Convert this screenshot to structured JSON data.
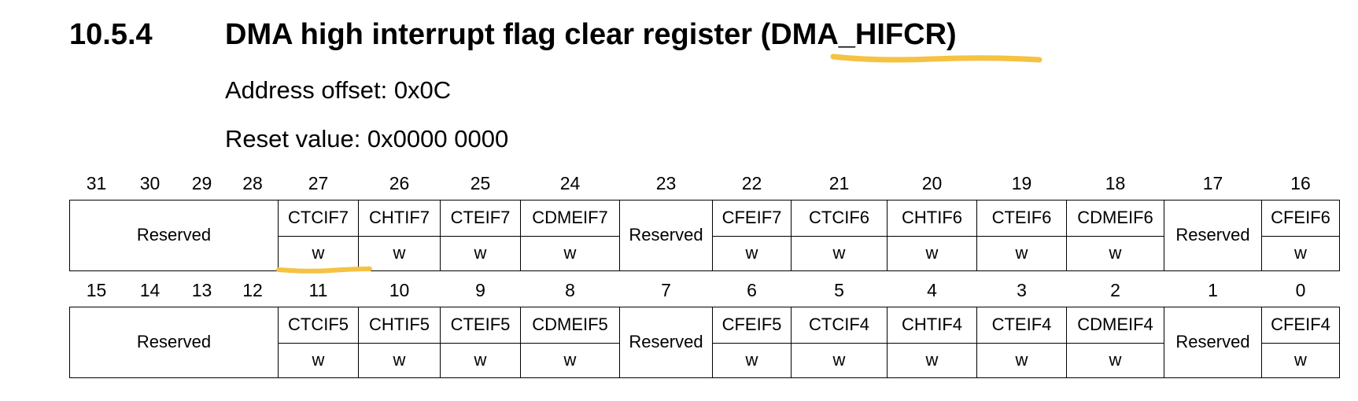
{
  "section": {
    "number": "10.5.4",
    "title": "DMA high interrupt flag clear register (DMA_HIFCR)"
  },
  "address_offset": "Address offset: 0x0C",
  "reset_value": "Reset value: 0x0000 0000",
  "highlight_color": "#F5C242",
  "rows": [
    {
      "bits": [
        "31",
        "30",
        "29",
        "28",
        "27",
        "26",
        "25",
        "24",
        "23",
        "22",
        "21",
        "20",
        "19",
        "18",
        "17",
        "16"
      ],
      "fields": [
        "Reserved",
        "CTCIF7",
        "CHTIF7",
        "CTEIF7",
        "CDMEIF7",
        "Reserved",
        "CFEIF7",
        "CTCIF6",
        "CHTIF6",
        "CTEIF6",
        "CDMEIF6",
        "Reserved",
        "CFEIF6"
      ],
      "access": [
        "w",
        "w",
        "w",
        "w",
        "w",
        "w",
        "w",
        "w",
        "w",
        "w"
      ]
    },
    {
      "bits": [
        "15",
        "14",
        "13",
        "12",
        "11",
        "10",
        "9",
        "8",
        "7",
        "6",
        "5",
        "4",
        "3",
        "2",
        "1",
        "0"
      ],
      "fields": [
        "Reserved",
        "CTCIF5",
        "CHTIF5",
        "CTEIF5",
        "CDMEIF5",
        "Reserved",
        "CFEIF5",
        "CTCIF4",
        "CHTIF4",
        "CTEIF4",
        "CDMEIF4",
        "Reserved",
        "CFEIF4"
      ],
      "access": [
        "w",
        "w",
        "w",
        "w",
        "w",
        "w",
        "w",
        "w",
        "w",
        "w"
      ]
    }
  ]
}
